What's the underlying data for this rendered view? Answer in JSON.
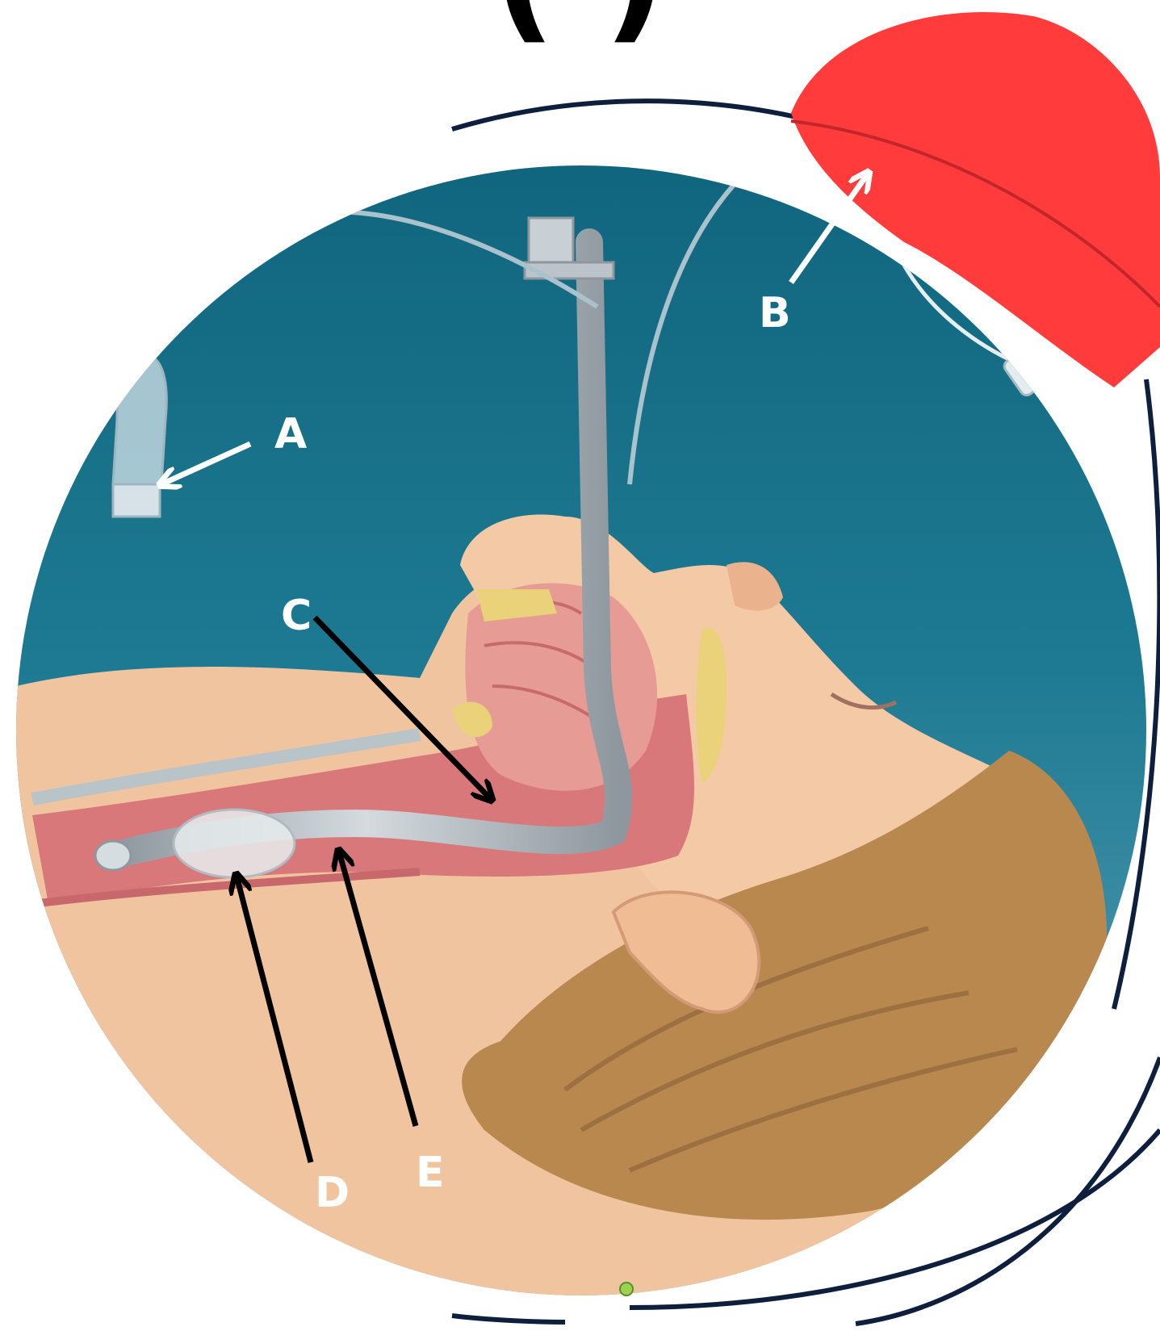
{
  "figure": {
    "title_visible": "(      )",
    "colors": {
      "background_top": "#0f6a80",
      "background_bottom": "#5fa3bb",
      "skin": "#f2c29a",
      "hair": "#b88a50",
      "tissue": "#d9777a",
      "tube": "#b9c2c8",
      "highlight": "#ff4040",
      "frame": "#0d1f3c"
    }
  },
  "labels": {
    "a": "A",
    "b": "B",
    "c": "C",
    "d": "D",
    "e": "E"
  }
}
